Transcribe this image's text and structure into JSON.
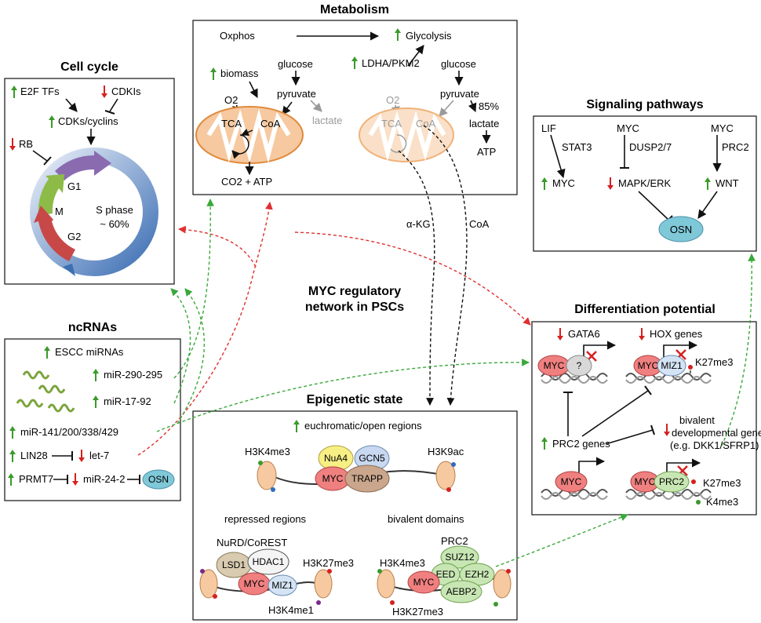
{
  "center_title_line1": "MYC regulatory",
  "center_title_line2": "network in PSCs",
  "colors": {
    "up": "#3a9a2a",
    "down": "#d62020",
    "red_dash": "#e03030",
    "green_dash": "#3aa83a",
    "myc": "#f08080",
    "osn": "#7fc8d8"
  },
  "cell_cycle": {
    "title": "Cell cycle",
    "e2f": "E2F TFs",
    "cdki": "CDKIs",
    "cdks": "CDKs/cyclins",
    "rb": "RB",
    "g1": "G1",
    "m": "M",
    "g2": "G2",
    "s_phase": "S phase",
    "s_pct": "~ 60%"
  },
  "metabolism": {
    "title": "Metabolism",
    "oxphos": "Oxphos",
    "glycolysis": "Glycolysis",
    "biomass": "biomass",
    "glucose_left": "glucose",
    "pyruvate_left": "pyruvate",
    "lactate_left": "lactate",
    "o2_left": "O2",
    "tca_left": "TCA",
    "coa_left": "CoA",
    "co2_atp": "CO2 + ATP",
    "ldha": "LDHA/PKM2",
    "glucose_right": "glucose",
    "pyruvate_right": "pyruvate",
    "pct85": "85%",
    "lactate_right": "lactate",
    "atp_right": "ATP",
    "o2_right": "O2",
    "tca_right": "TCA",
    "coa_right": "CoA"
  },
  "links": {
    "akg": "α-KG",
    "coa": "CoA"
  },
  "signaling": {
    "title": "Signaling pathways",
    "lif": "LIF",
    "stat3": "STAT3",
    "myc_out": "MYC",
    "myc1": "MYC",
    "dusp": "DUSP2/7",
    "mapk": "MAPK/ERK",
    "myc2": "MYC",
    "prc2": "PRC2",
    "wnt": "WNT",
    "osn": "OSN"
  },
  "ncrnas": {
    "title": "ncRNAs",
    "escc": "ESCC miRNAs",
    "mir290": "miR-290-295",
    "mir17": "miR-17-92",
    "mir141": "miR-141/200/338/429",
    "lin28": "LIN28",
    "let7": "let-7",
    "prmt7": "PRMT7",
    "mir24": "miR-24-2",
    "osn": "OSN"
  },
  "differentiation": {
    "title": "Differentiation potential",
    "gata6": "GATA6",
    "hox": "HOX genes",
    "myc_a": "MYC",
    "q": "?",
    "myc_b": "MYC",
    "miz1": "MIZ1",
    "k27_top": "K27me3",
    "prc2genes": "PRC2 genes",
    "bivalent1": "bivalent",
    "bivalent2": "developmental genes",
    "bivalent3": "(e.g. DKK1/SFRP1)",
    "myc_c": "MYC",
    "myc_d": "MYC",
    "prc2": "PRC2",
    "k27_bot": "K27me3",
    "k4_bot": "K4me3"
  },
  "epigenetic": {
    "title": "Epigenetic state",
    "euchromatic": "euchromatic/open regions",
    "h3k4me3_top": "H3K4me3",
    "nua4": "NuA4",
    "gcn5": "GCN5",
    "h3k9ac": "H3K9ac",
    "myc_top": "MYC",
    "trapp": "TRAPP",
    "repressed": "repressed regions",
    "bivalent_dom": "bivalent domains",
    "nurd": "NuRD/CoREST",
    "lsd1": "LSD1",
    "hdac1": "HDAC1",
    "h3k27me3_left": "H3K27me3",
    "myc_left": "MYC",
    "miz1": "MIZ1",
    "h3k4me1": "H3K4me1",
    "prc2": "PRC2",
    "h3k4me3_bot": "H3K4me3",
    "suz12": "SUZ12",
    "eed": "EED",
    "ezh2": "EZH2",
    "aebp2": "AEBP2",
    "myc_right": "MYC",
    "h3k27me3_bot": "H3K27me3"
  }
}
